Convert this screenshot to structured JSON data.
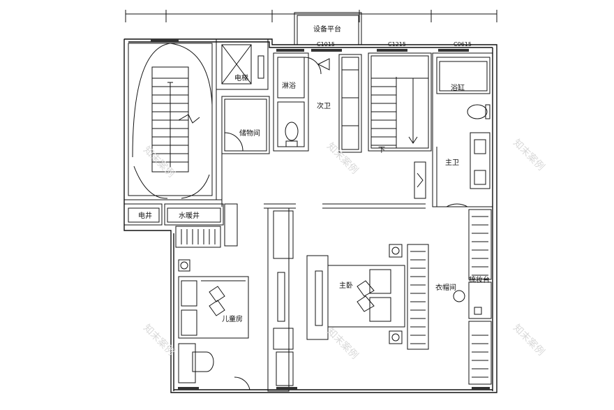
{
  "rooms": {
    "platform": "设备平台",
    "elevator": "电梯",
    "shower": "淋浴",
    "second_bath": "次卫",
    "storage": "储物间",
    "down": "下",
    "bathtub": "浴缸",
    "master_bath": "主卫",
    "elec_shaft": "电井",
    "water_shaft": "水暖井",
    "master_bed": "主卧",
    "closet": "衣帽间",
    "vanity": "梳妆台",
    "kids_room": "儿童房"
  },
  "windows": {
    "w1": "C1015",
    "w2": "C1215",
    "w3": "C0615"
  },
  "watermark": "知末案例",
  "colors": {
    "line": "#111111",
    "fill": "#ffffff",
    "hatch": "#333333",
    "watermark": "#d9d9d9"
  }
}
